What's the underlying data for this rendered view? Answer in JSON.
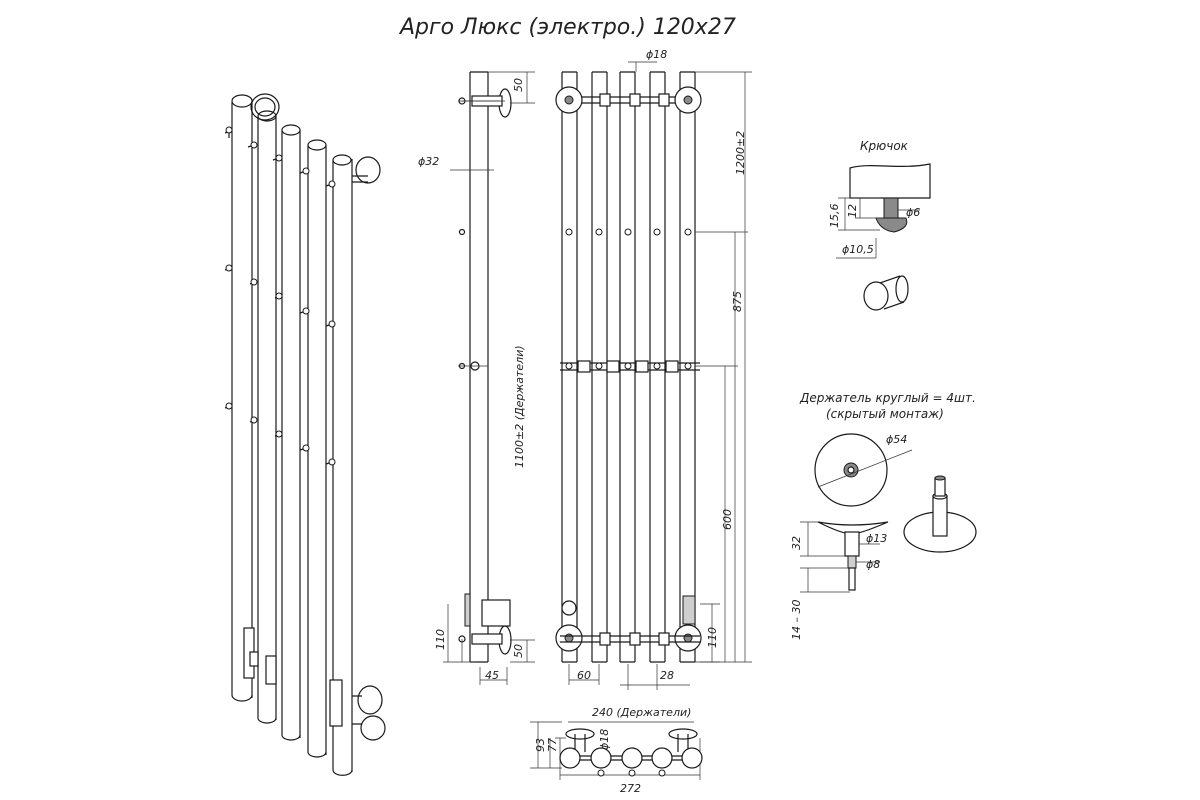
{
  "title": "Арго Люкс (электро.) 120х27",
  "dimensions": {
    "pipe_diameter": "ϕ18",
    "height_total": "1200±2",
    "dim_50_top": "50",
    "dim_50_bottom": "50",
    "holder_diameter": "ϕ32",
    "holder_span": "1100±2 (Держатели)",
    "dim_875": "875",
    "dim_600": "600",
    "dim_110_left": "110",
    "dim_110_right": "110",
    "dim_45": "45",
    "dim_60": "60",
    "dim_28": "28",
    "bottom_width_holders": "240 (Держатели)",
    "bottom_pipe_diameter": "ϕ18",
    "bottom_93": "93",
    "bottom_77": "77",
    "bottom_272": "272"
  },
  "hook": {
    "title": "Крючок",
    "dim_15_6": "15,6",
    "dim_12": "12",
    "dim_6": "ϕ6",
    "dim_10_5": "ϕ10,5"
  },
  "holder": {
    "title_line1": "Держатель круглый = 4шт.",
    "title_line2": "(скрытый монтаж)",
    "dim_54": "ϕ54",
    "dim_32": "32",
    "dim_13": "ϕ13",
    "dim_8": "ϕ8",
    "dim_14_30": "14 – 30"
  }
}
